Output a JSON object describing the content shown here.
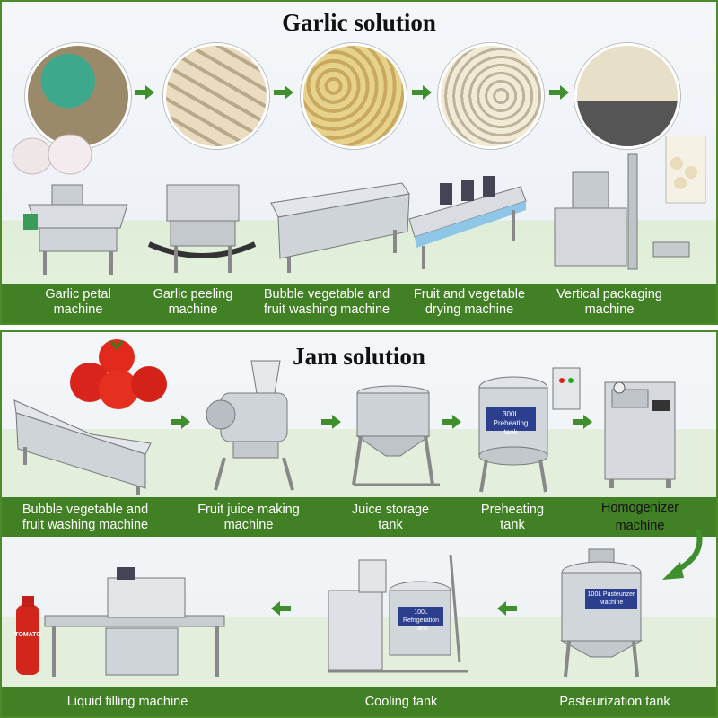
{
  "garlic": {
    "title": "Garlic solution",
    "machines": [
      {
        "label_line1": "Garlic petal",
        "label_line2": "machine"
      },
      {
        "label_line1": "Garlic peeling",
        "label_line2": "machine"
      },
      {
        "label_line1": "Bubble vegetable and",
        "label_line2": "fruit washing machine"
      },
      {
        "label_line1": "Fruit and vegetable",
        "label_line2": "drying machine"
      },
      {
        "label_line1": "Vertical packaging",
        "label_line2": "machine"
      }
    ]
  },
  "jam": {
    "title": "Jam solution",
    "row1": [
      {
        "label_line1": "Bubble vegetable and",
        "label_line2": "fruit washing machine"
      },
      {
        "label_line1": "Fruit juice making",
        "label_line2": "machine"
      },
      {
        "label_line1": "Juice storage",
        "label_line2": "tank"
      },
      {
        "label_line1": "Preheating",
        "label_line2": "tank"
      },
      {
        "label_line1": "Homogenizer",
        "label_line2": "machine"
      }
    ],
    "row2": [
      {
        "label": "Liquid filling machine"
      },
      {
        "label": "Cooling tank"
      },
      {
        "label": "Pasteurization tank"
      }
    ],
    "tank_plates": {
      "preheating": "300L Preheating tank",
      "pasteurization": "100L Pasteurizer Machine",
      "cooling": "100L Refrigeration Tank"
    },
    "bottle_text": "TOMATO"
  },
  "colors": {
    "accent_green": "#428026",
    "arrow_green": "#3f8f2c"
  }
}
